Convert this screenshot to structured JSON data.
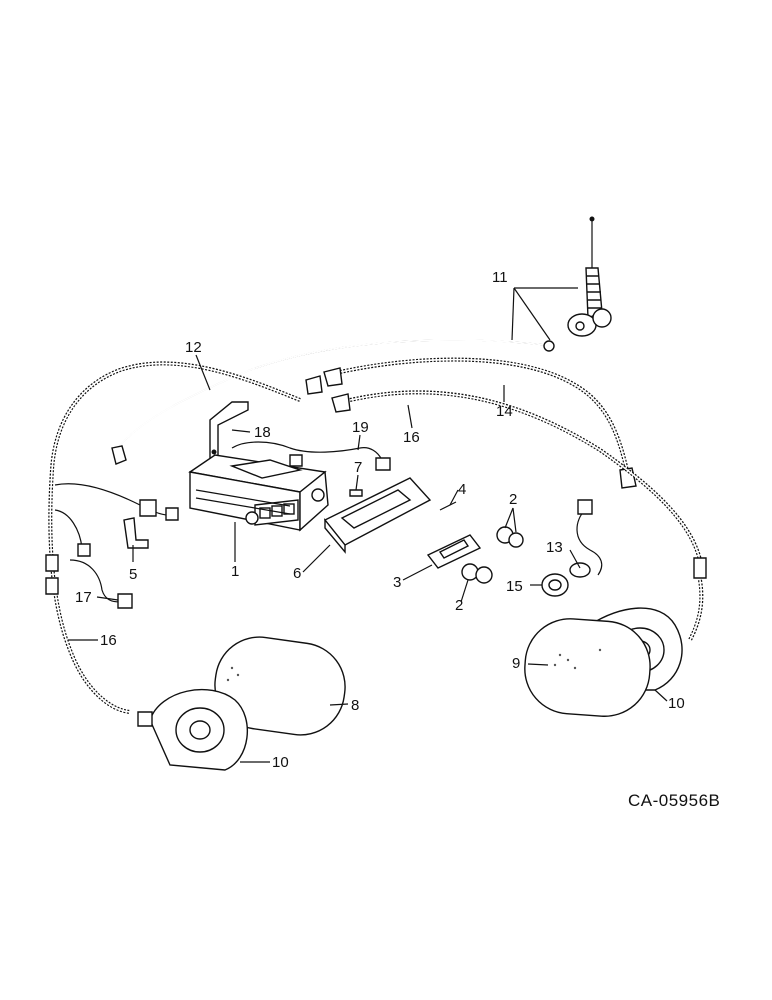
{
  "diagram": {
    "reference_code": "CA-05956B",
    "callouts": [
      {
        "id": "c1",
        "label": "1"
      },
      {
        "id": "c2a",
        "label": "2"
      },
      {
        "id": "c2b",
        "label": "2"
      },
      {
        "id": "c3",
        "label": "3"
      },
      {
        "id": "c4",
        "label": "4"
      },
      {
        "id": "c5",
        "label": "5"
      },
      {
        "id": "c6",
        "label": "6"
      },
      {
        "id": "c7",
        "label": "7"
      },
      {
        "id": "c8",
        "label": "8"
      },
      {
        "id": "c9",
        "label": "9"
      },
      {
        "id": "c10a",
        "label": "10"
      },
      {
        "id": "c10b",
        "label": "10"
      },
      {
        "id": "c11",
        "label": "11"
      },
      {
        "id": "c12",
        "label": "12"
      },
      {
        "id": "c13",
        "label": "13"
      },
      {
        "id": "c14",
        "label": "14"
      },
      {
        "id": "c15",
        "label": "15"
      },
      {
        "id": "c16a",
        "label": "16"
      },
      {
        "id": "c16b",
        "label": "16"
      },
      {
        "id": "c17",
        "label": "17"
      },
      {
        "id": "c18",
        "label": "18"
      },
      {
        "id": "c19",
        "label": "19"
      }
    ]
  }
}
